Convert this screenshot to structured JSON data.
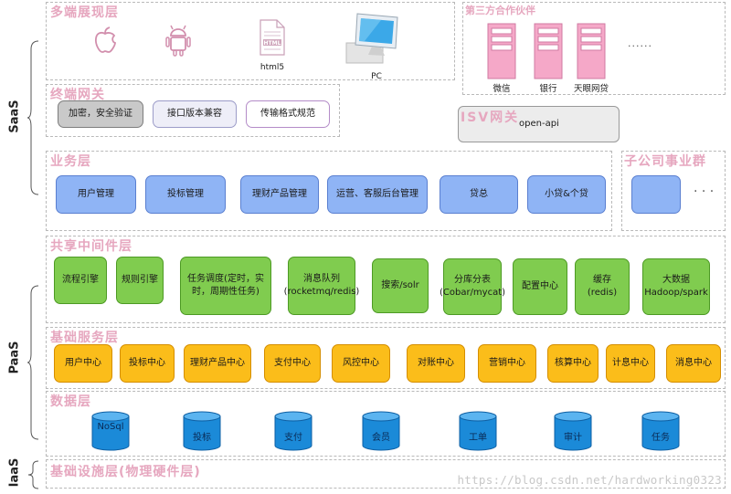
{
  "side_labels": {
    "saas": "SaaS",
    "paas": "PaaS",
    "iaas": "IaaS"
  },
  "multi_terminal": {
    "title": "多端展现层",
    "devices": [
      {
        "icon": "apple-icon",
        "label": ""
      },
      {
        "icon": "android-icon",
        "label": ""
      },
      {
        "icon": "html-file-icon",
        "label": "html5"
      },
      {
        "icon": "pc-icon",
        "label": "PC"
      }
    ]
  },
  "third_party": {
    "title": "第三方合作伙伴",
    "partners": [
      "微信",
      "银行",
      "天眼网贷"
    ],
    "more": "......"
  },
  "terminal_gateway": {
    "title": "终端网关",
    "items": [
      "加密，安全验证",
      "接口版本兼容",
      "传输格式规范"
    ]
  },
  "isv_gateway": {
    "title": "ISV网关",
    "item": "open-api"
  },
  "business": {
    "title": "业务层",
    "items": [
      "用户管理",
      "投标管理",
      "理财产品管理",
      "运营、客服后台管理",
      "贷总",
      "小贷&个贷"
    ]
  },
  "subsidiary": {
    "title": "子公司事业群",
    "more": "· · ·"
  },
  "middleware": {
    "title": "共享中间件层",
    "items": [
      "流程引擎",
      "规则引擎",
      "任务调度(定时，实时，周期性任务)",
      "消息队列(rocketmq/redis)",
      "搜索/solr",
      "分库分表(Cobar/mycat)",
      "配置中心",
      "缓存(redis)",
      "大数据Hadoop/spark"
    ]
  },
  "base_services": {
    "title": "基础服务层",
    "items": [
      "用户中心",
      "投标中心",
      "理财产品中心",
      "支付中心",
      "风控中心",
      "对账中心",
      "营销中心",
      "核算中心",
      "计息中心",
      "消息中心"
    ]
  },
  "data": {
    "title": "数据层",
    "items": [
      "NoSql",
      "投标",
      "支付",
      "会员",
      "工单",
      "审计",
      "任务"
    ]
  },
  "infrastructure": {
    "title": "基础设施层(物理硬件层)"
  },
  "watermark": "https://blog.csdn.net/hardworking0323",
  "colors": {
    "title": "#e6a7bf",
    "business": "#8fb4f5",
    "middleware": "#80cc4f",
    "services": "#fbbd1a",
    "data": "#1b8ad8",
    "partner": "#f5a8c8"
  }
}
